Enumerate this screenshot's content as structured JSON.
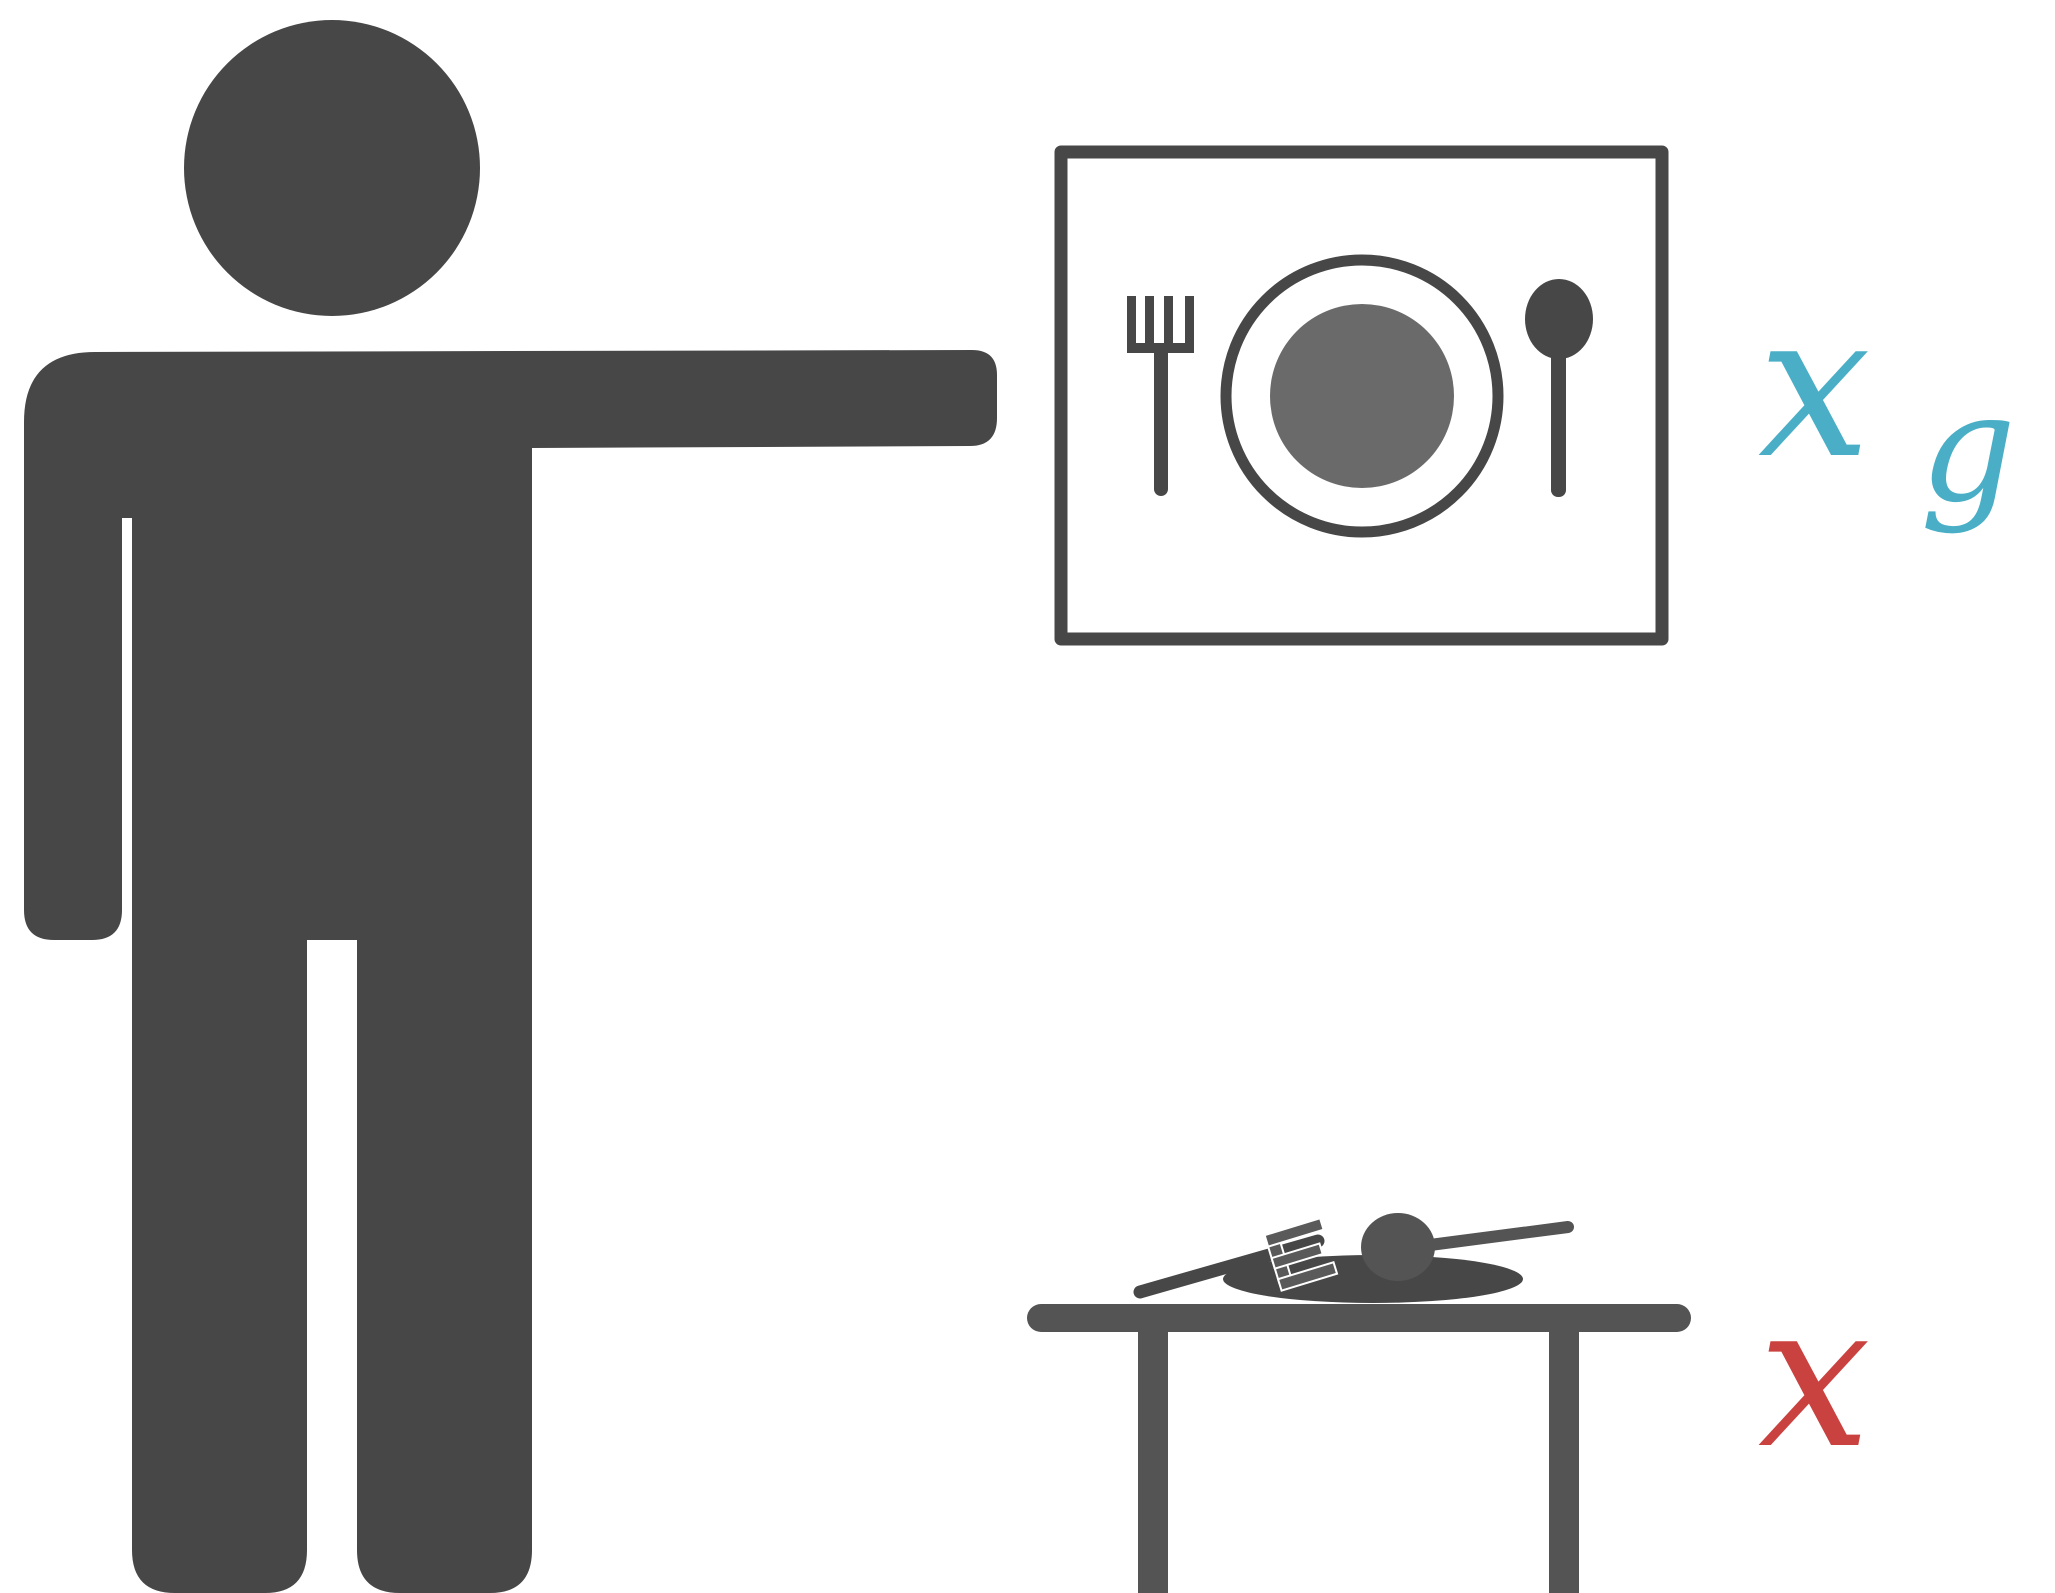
{
  "labels": {
    "goal_state": {
      "main": "x",
      "subscript": "g",
      "color": "#4aafc6"
    },
    "current_state": {
      "main": "x",
      "color": "#c9423f"
    }
  },
  "colors": {
    "figure": "#474747",
    "object": "#545454",
    "plate_center": "#6a6a6a",
    "background": "#ffffff"
  },
  "icons": {
    "person": "person-pointing-icon",
    "goal_image": "place-setting-icon",
    "table": "table-icon",
    "fork": "fork-icon",
    "plate": "plate-icon",
    "spoon": "spoon-icon"
  }
}
